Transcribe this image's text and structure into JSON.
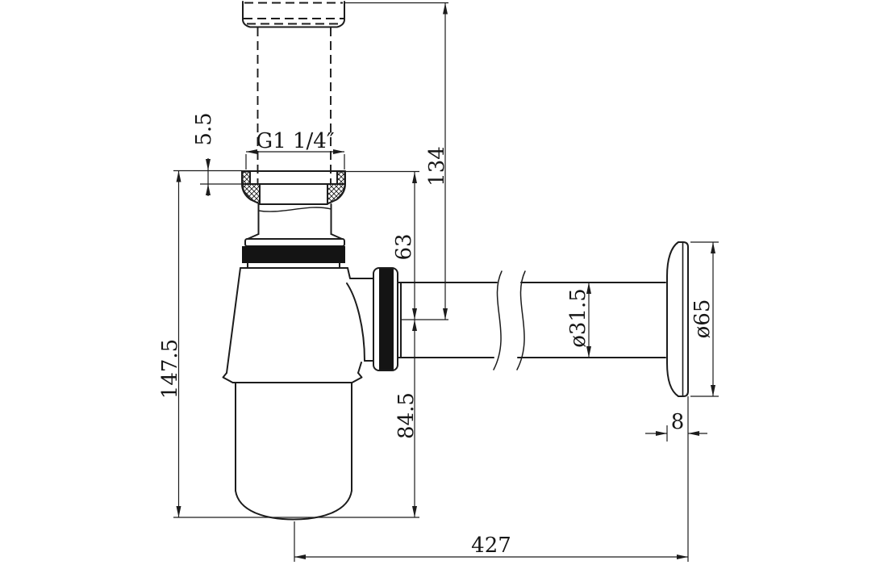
{
  "drawing": {
    "background": "#ffffff",
    "line_color": "#1c1c1c",
    "labels": {
      "flange_lip_thickness": "5.5",
      "thread_size": "G1 1/4″",
      "inlet_top_to_outlet_center": "134",
      "nut_top_to_outlet_center": "63",
      "overall_height": "147.5",
      "outlet_center_to_bottom": "84.5",
      "pipe_diameter": "ø31.5",
      "wall_flange_diameter": "ø65",
      "wall_flange_depth": "8",
      "overall_length": "427"
    }
  }
}
